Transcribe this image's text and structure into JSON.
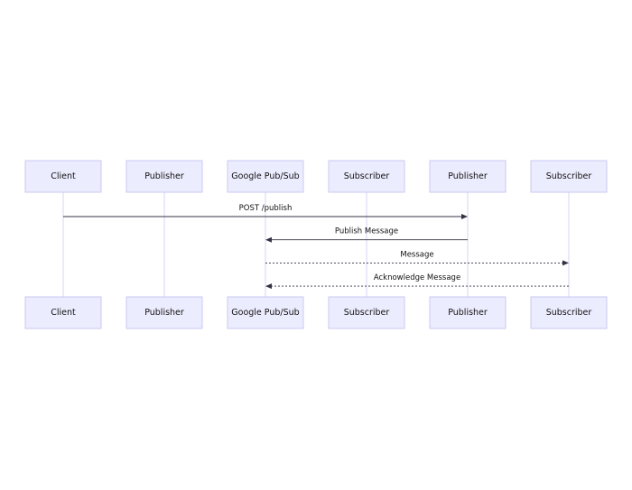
{
  "participants": [
    {
      "id": "client",
      "label": "Client"
    },
    {
      "id": "publisher1",
      "label": "Publisher"
    },
    {
      "id": "pubsub",
      "label": "Google Pub/Sub"
    },
    {
      "id": "subscriber1",
      "label": "Subscriber"
    },
    {
      "id": "publisher2",
      "label": "Publisher"
    },
    {
      "id": "subscriber2",
      "label": "Subscriber"
    }
  ],
  "messages": [
    {
      "from": "client",
      "to": "publisher2",
      "label": "POST /publish",
      "style": "solid"
    },
    {
      "from": "publisher2",
      "to": "pubsub",
      "label": "Publish Message",
      "style": "solid"
    },
    {
      "from": "pubsub",
      "to": "subscriber2",
      "label": "Message",
      "style": "dotted"
    },
    {
      "from": "subscriber2",
      "to": "pubsub",
      "label": "Acknowledge Message",
      "style": "dotted"
    }
  ],
  "colors": {
    "actor_fill": "#ececff",
    "actor_stroke": "#c9c9f2",
    "lifeline": "#d4d4f5",
    "message_line": "#333344"
  }
}
